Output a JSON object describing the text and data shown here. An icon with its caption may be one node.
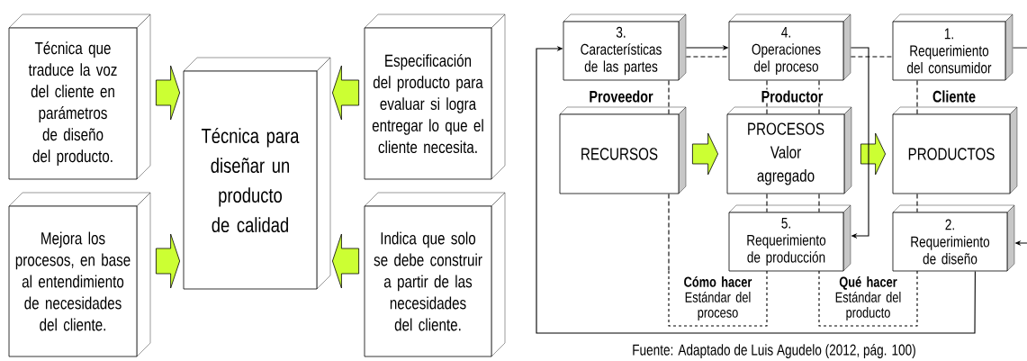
{
  "diagram": {
    "caption": "Fuente: Adaptado de Luis Agudelo (2012, pág. 100)",
    "nodes": [
      {
        "text": [
          "Técnica que traduce la voz del cliente en parámetros de diseño del producto."
        ]
      },
      {
        "text": [
          "Técnica para diseñar un producto de calidad"
        ]
      },
      {
        "text": [
          "Especificación del producto para evaluar si logra entregar lo que el cliente necesita."
        ]
      },
      {
        "text": [
          "Mejora los procesos, en base al entendimiento de necesidades del cliente."
        ]
      },
      {
        "text": [
          "Indica que solo se debe construir a partir de las necesidades del cliente."
        ]
      },
      {
        "text": [
          "3.",
          "Características de las partes"
        ]
      },
      {
        "text": [
          "4.",
          "Operaciones del proceso"
        ]
      },
      {
        "text": [
          "1.",
          "Requerimiento del consumidor"
        ]
      },
      {
        "text": [
          "RECURSOS"
        ]
      },
      {
        "text": [
          "PROCESOS",
          "Valor agregado"
        ]
      },
      {
        "text": [
          "PRODUCTOS"
        ]
      },
      {
        "text": [
          "5.",
          "Requerimiento de producción"
        ]
      },
      {
        "text": [
          "2.",
          "Requerimiento de diseño"
        ]
      },
      {
        "text": [
          "Cómo hacer",
          "Estándar del proceso"
        ]
      },
      {
        "text": [
          "Qué hacer",
          "Estándar del producto"
        ]
      }
    ],
    "edges": [
      {
        "from": 0,
        "to": 1,
        "arrow": "to",
        "style": "thick",
        "color": "#ccff33"
      },
      {
        "from": 3,
        "to": 1,
        "arrow": "to",
        "style": "thick",
        "color": "#ccff33"
      },
      {
        "from": 2,
        "to": 1,
        "arrow": "to",
        "style": "thick",
        "color": "#ccff33"
      },
      {
        "from": 4,
        "to": 1,
        "arrow": "to",
        "style": "thick",
        "color": "#ccff33"
      },
      {
        "from": 8,
        "to": 9,
        "arrow": "to",
        "style": "thick",
        "color": "#ccff33"
      },
      {
        "from": 9,
        "to": 10,
        "arrow": "to",
        "style": "thick",
        "color": "#ccff33"
      },
      {
        "from": 5,
        "to": 6,
        "arrow": "to"
      },
      {
        "from": 5,
        "to": 6,
        "arrow": "none",
        "style": "dashed"
      },
      {
        "from": 6,
        "to": 7,
        "arrow": "none",
        "style": "dashed"
      },
      {
        "from": 6,
        "to": 11,
        "arrow": "to"
      },
      {
        "from": 7,
        "to": 12,
        "arrow": "to"
      },
      {
        "from": 12,
        "to": 5,
        "arrow": "to"
      },
      {
        "from": 5,
        "to": 8,
        "arrow": "none",
        "style": "dashed"
      },
      {
        "from": 6,
        "to": 9,
        "arrow": "none",
        "style": "dashed"
      },
      {
        "from": 6,
        "to": 9,
        "arrow": "none",
        "style": "dashed"
      },
      {
        "from": 9,
        "to": 11,
        "arrow": "none",
        "style": "dashed"
      },
      {
        "from": 9,
        "to": 11,
        "arrow": "none",
        "style": "dashed"
      },
      {
        "from": 7,
        "to": 10,
        "arrow": "none",
        "style": "dashed"
      },
      {
        "from": 10,
        "to": 12,
        "arrow": "none",
        "style": "dashed"
      },
      {
        "from": 8,
        "to": 13,
        "arrow": "none",
        "style": "dashed"
      }
    ],
    "labels": [
      "Proveedor",
      "Productor",
      "Cliente"
    ]
  }
}
